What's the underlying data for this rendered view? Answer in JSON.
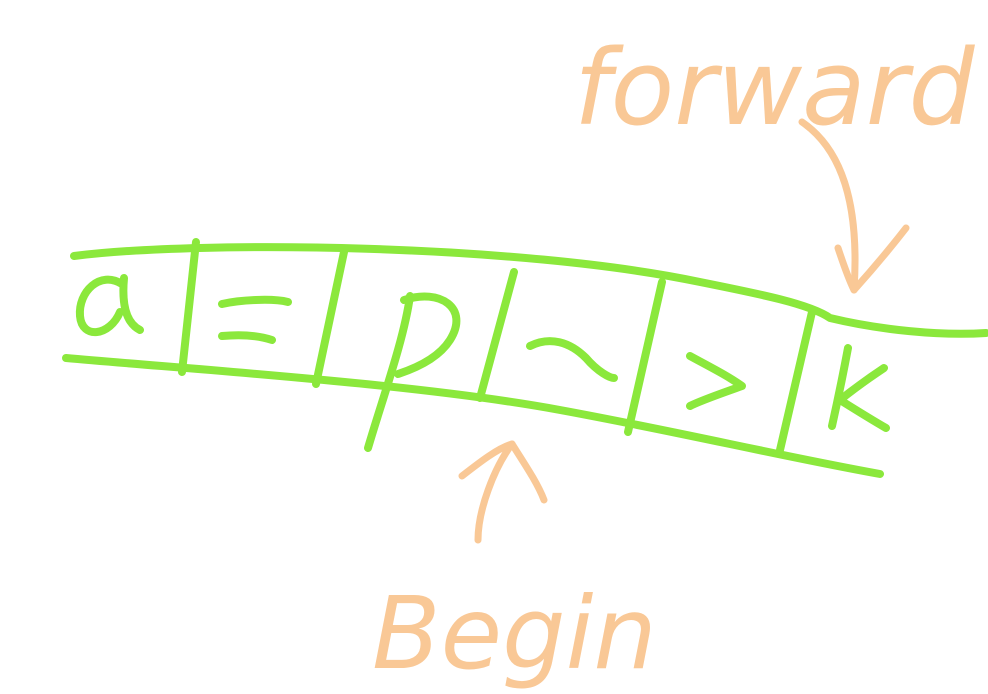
{
  "buffer": {
    "cells": [
      "a",
      "=",
      "p",
      "~",
      ">",
      "k"
    ]
  },
  "pointers": {
    "forward_label": "forward",
    "begin_label": "Begin"
  },
  "colors": {
    "buffer_ink": "#8BE83C",
    "pointer_ink": "#F9C896",
    "background": "#ffffff"
  }
}
